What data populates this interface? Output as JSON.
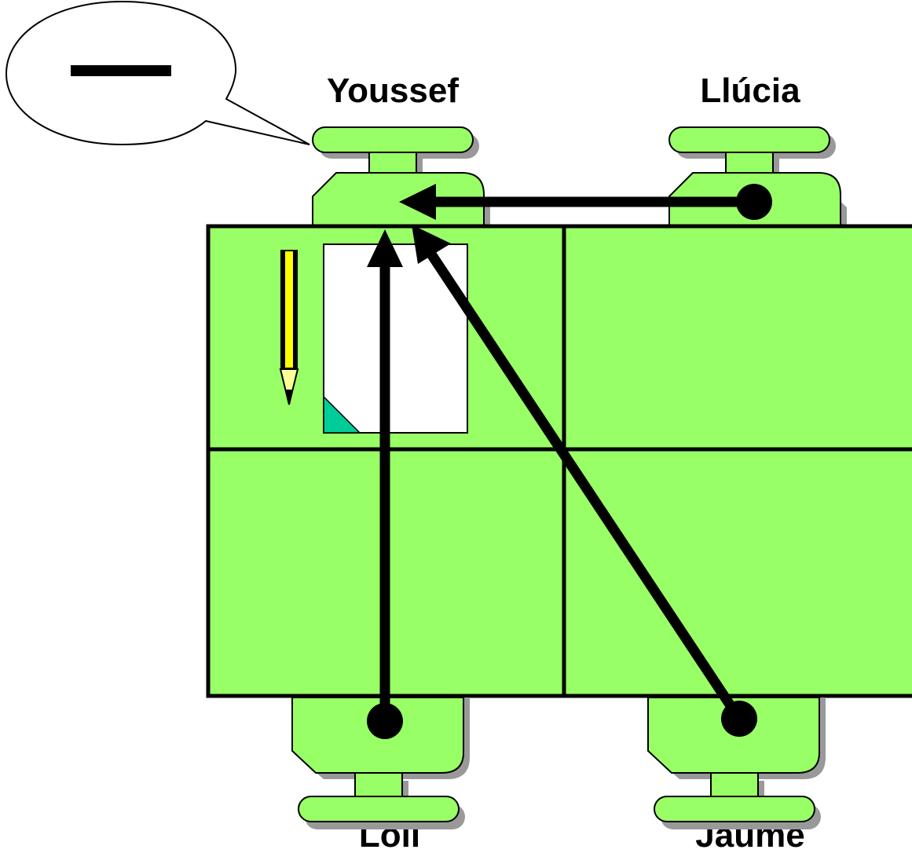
{
  "participants": {
    "top_left": "Youssef",
    "top_right": "Llúcia",
    "bottom_left": "Loli",
    "bottom_right": "Jaume"
  },
  "speech_bubble": {
    "content": "dash"
  },
  "colors": {
    "table_fill": "#99ff66",
    "outline": "#000000",
    "shadow": "#999999",
    "paper": "#ffffff",
    "paper_corner": "#00cc99",
    "pencil_body": "#ffff00",
    "pencil_tip": "#ffff99"
  },
  "arrows": [
    {
      "from": "top_right",
      "to": "top_left"
    },
    {
      "from": "bottom_left",
      "to": "top_left"
    },
    {
      "from": "bottom_right",
      "to": "top_left"
    }
  ]
}
